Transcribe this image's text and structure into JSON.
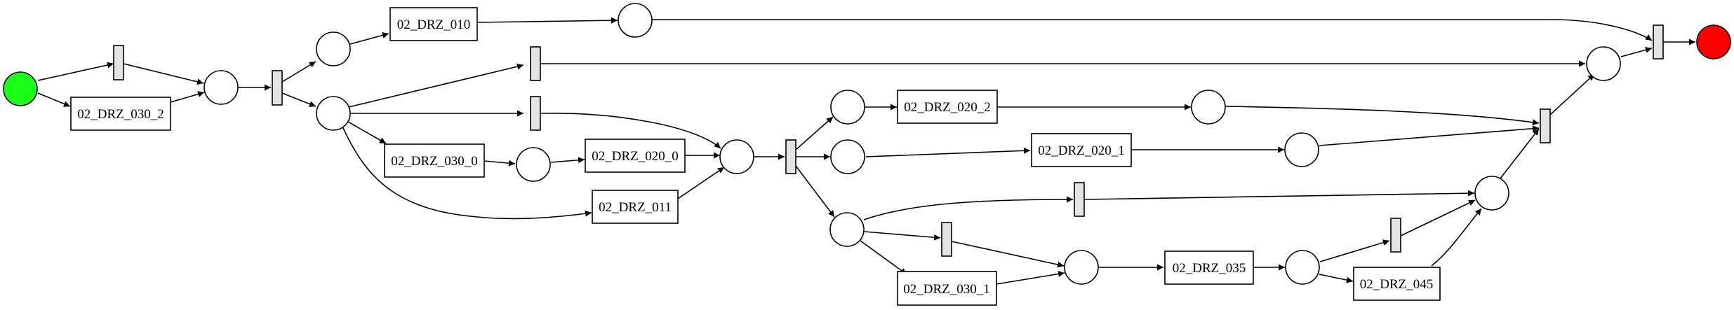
{
  "colors": {
    "start_place": "#1aff1a",
    "end_place": "#ff0000",
    "silent_transition": "#e3e3e3",
    "stroke": "#000000"
  },
  "transitions": {
    "t_010": "02_DRZ_010",
    "t_030_2": "02_DRZ_030_2",
    "t_030_0": "02_DRZ_030_0",
    "t_020_0": "02_DRZ_020_0",
    "t_011": "02_DRZ_011",
    "t_020_2": "02_DRZ_020_2",
    "t_020_1": "02_DRZ_020_1",
    "t_030_1": "02_DRZ_030_1",
    "t_035": "02_DRZ_035",
    "t_045": "02_DRZ_045"
  }
}
